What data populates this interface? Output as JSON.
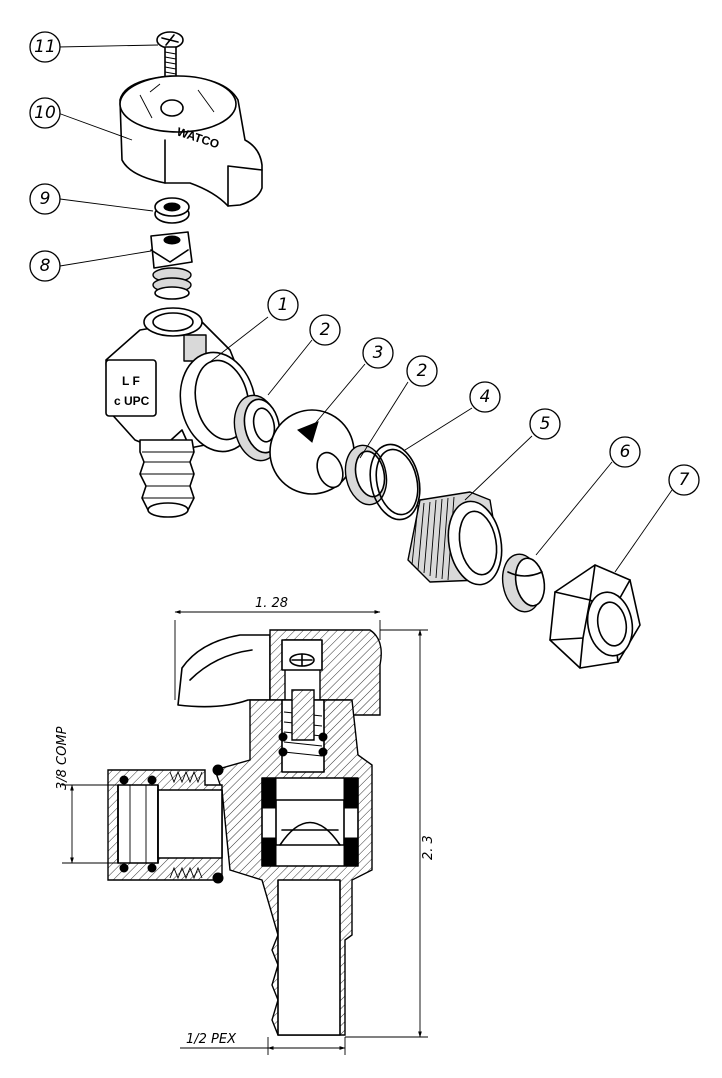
{
  "callouts": {
    "c1": "1",
    "c2a": "2",
    "c2b": "2",
    "c3": "3",
    "c4": "4",
    "c5": "5",
    "c6": "6",
    "c7": "7",
    "c8": "8",
    "c9": "9",
    "c10": "10",
    "c11": "11"
  },
  "dimensions": {
    "width": "1. 28",
    "height": "2. 3",
    "inlet": "3/8 COMP",
    "outlet": "1/2 PEX"
  },
  "markings": {
    "body_lf": "L F",
    "body_upc": "c UPC",
    "handle_brand": "WATCO"
  }
}
